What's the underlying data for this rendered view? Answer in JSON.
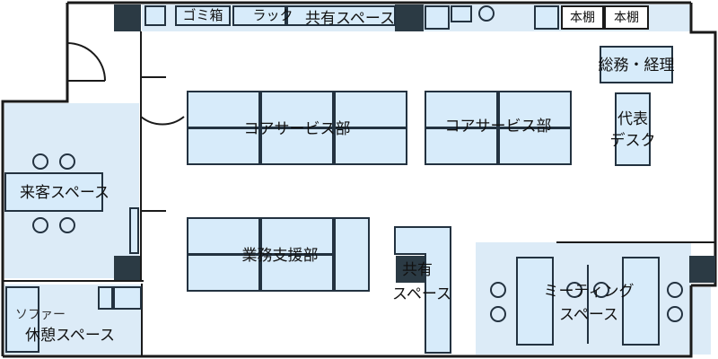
{
  "title": "",
  "colors": {
    "wall": "#1a1a1a",
    "pillar": "#2b3a44",
    "room_fill": "#dcebf7",
    "furniture_fill": "#d7ebfa",
    "outline": "#233240"
  },
  "labels": {
    "common_space_top": "共有スペース",
    "trash_box": "ゴミ箱",
    "rack": "ラック",
    "bookshelf_1": "本棚",
    "bookshelf_2": "本棚",
    "general_affairs": "総務・経理",
    "representative_desk_line1": "代表",
    "representative_desk_line2": "デスク",
    "core_service_1": "コアサービス部",
    "core_service_2": "コアサービス部",
    "business_support": "業務支援部",
    "common_space_center_line1": "共有",
    "common_space_center_line2": "スペース",
    "meeting_space_line1": "ミーティング",
    "meeting_space_line2": "スペース",
    "guest_space": "来客スペース",
    "sofa": "ソファー",
    "rest_space": "休憩スペース"
  }
}
